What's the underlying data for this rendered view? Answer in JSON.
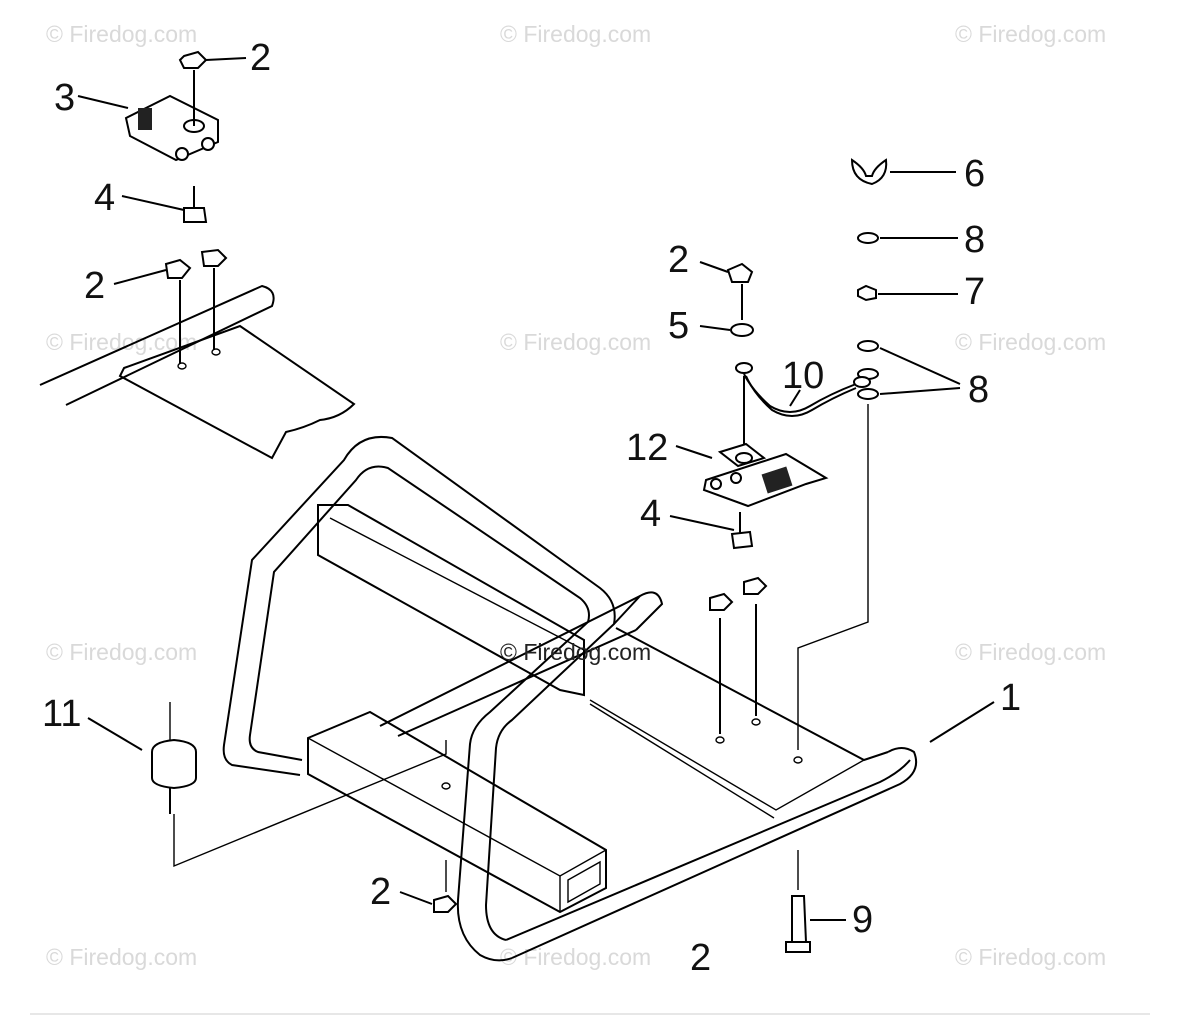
{
  "watermark": "© Firedog.com",
  "diagram": {
    "callouts": [
      {
        "id": "c-2-top-nut",
        "text": "2"
      },
      {
        "id": "c-3-mount-left",
        "text": "3"
      },
      {
        "id": "c-4-bolt-left",
        "text": "4"
      },
      {
        "id": "c-2-left-nuts",
        "text": "2"
      },
      {
        "id": "c-6-wing-nut",
        "text": "6"
      },
      {
        "id": "c-8-washer-top",
        "text": "8"
      },
      {
        "id": "c-7-nut",
        "text": "7"
      },
      {
        "id": "c-2-right-nut",
        "text": "2"
      },
      {
        "id": "c-5-washer",
        "text": "5"
      },
      {
        "id": "c-10-ground-wire",
        "text": "10"
      },
      {
        "id": "c-8-washers",
        "text": "8"
      },
      {
        "id": "c-12-mount-right",
        "text": "12"
      },
      {
        "id": "c-4-bolt-right",
        "text": "4"
      },
      {
        "id": "c-1-frame",
        "text": "1"
      },
      {
        "id": "c-11-isolator",
        "text": "11"
      },
      {
        "id": "c-2-bottom-nut",
        "text": "2"
      },
      {
        "id": "c-9-bolt",
        "text": "9"
      },
      {
        "id": "c-2-page",
        "text": "2"
      }
    ]
  },
  "colors": {
    "line": "#000000",
    "watermark": "#d9d9d9",
    "background": "#ffffff"
  }
}
